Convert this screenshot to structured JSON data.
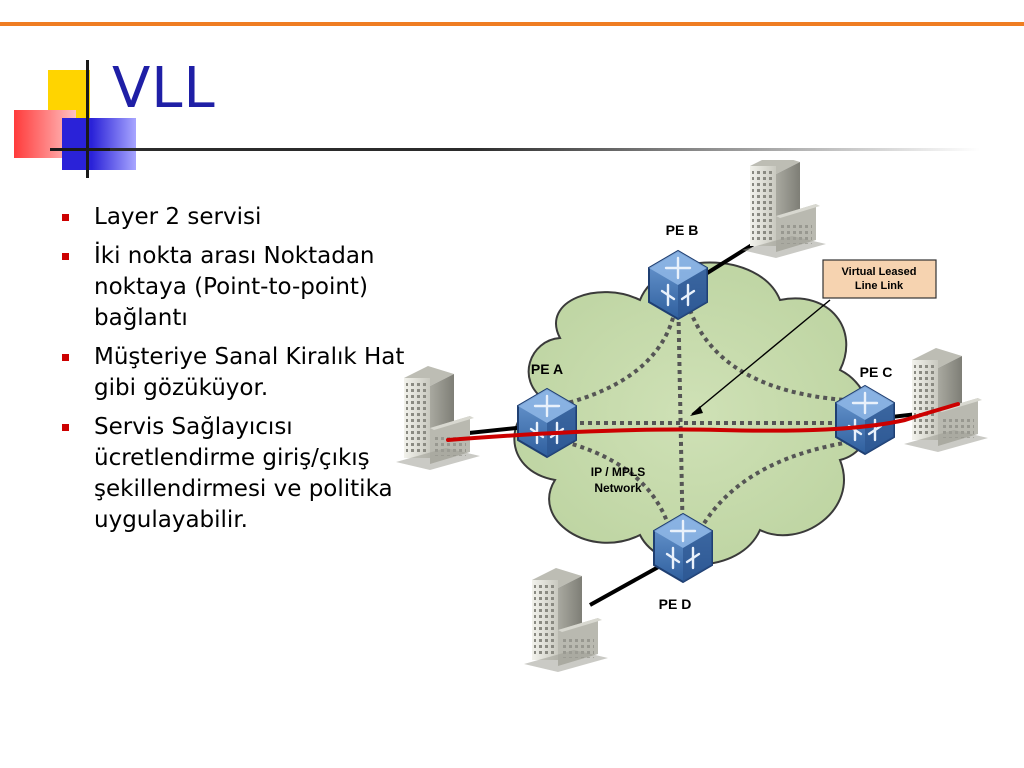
{
  "slide": {
    "title": "VLL",
    "bullets": [
      "Layer 2 servisi",
      "İki nokta arası Noktadan noktaya (Point-to-point) bağlantı",
      "Müşteriye Sanal Kiralık Hat gibi gözüküyor.",
      "Servis Sağlayıcısı ücretlendirme giriş/çıkış şekillendirmesi ve politika uygulayabilir."
    ]
  },
  "diagram": {
    "nodes": {
      "pe_a": "PE A",
      "pe_b": "PE B",
      "pe_c": "PE C",
      "pe_d": "PE D"
    },
    "cloud_label_line1": "IP / MPLS",
    "cloud_label_line2": "Network",
    "callout_line1": "Virtual Leased",
    "callout_line2": "Line Link"
  },
  "colors": {
    "accent": "#ef7d22",
    "title": "#1f1fa6",
    "bullet_marker": "#cc0000",
    "cloud": "#c8dcae",
    "vll_link": "#cc0000",
    "callout_fill": "#f6d3b0"
  }
}
